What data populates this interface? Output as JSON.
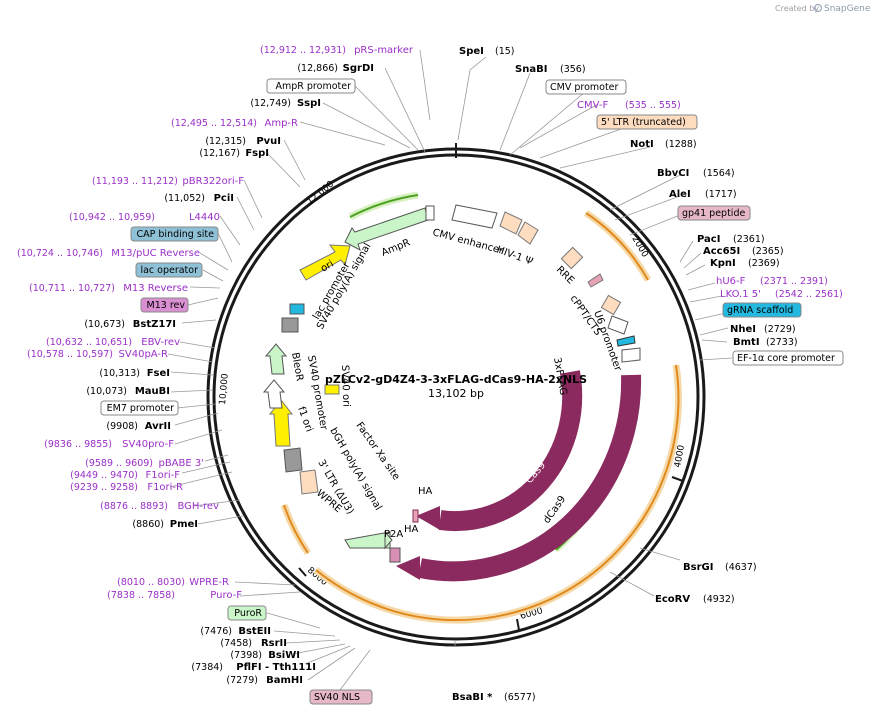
{
  "app": {
    "watermark_prefix": "Created by",
    "watermark_brand": "SnapGene"
  },
  "plasmid": {
    "name": "pZLCv2-gD4Z4-3-3xFLAG-dCas9-HA-2xNLS",
    "length_label": "13,102 bp",
    "total_bp": 13102
  },
  "ruler_labels": [
    {
      "text": "2000",
      "bp": 2000
    },
    {
      "text": "4000",
      "bp": 4000
    },
    {
      "text": "6000",
      "bp": 6000
    },
    {
      "text": "8000",
      "bp": 8000
    },
    {
      "text": "10,000",
      "bp": 10000
    },
    {
      "text": "12,000",
      "bp": 12000
    }
  ],
  "site_labels": [
    {
      "name": "SpeI",
      "pos": "(15)",
      "kind": "enzyme"
    },
    {
      "name": "SnaBI",
      "pos": "(356)",
      "kind": "enzyme"
    },
    {
      "name": "CMV promoter",
      "pos": "",
      "kind": "box"
    },
    {
      "name": "CMV-F",
      "pos": "(535 .. 555)",
      "kind": "primer"
    },
    {
      "name": "5' LTR (truncated)",
      "pos": "",
      "kind": "box-peach"
    },
    {
      "name": "NotI",
      "pos": "(1288)",
      "kind": "enzyme"
    },
    {
      "name": "BbvCI",
      "pos": "(1564)",
      "kind": "enzyme"
    },
    {
      "name": "AleI",
      "pos": "(1717)",
      "kind": "enzyme"
    },
    {
      "name": "gp41 peptide",
      "pos": "",
      "kind": "box-rose"
    },
    {
      "name": "PacI",
      "pos": "(2361)",
      "kind": "enzyme"
    },
    {
      "name": "Acc65I",
      "pos": "(2365)",
      "kind": "enzyme"
    },
    {
      "name": "KpnI",
      "pos": "(2369)",
      "kind": "enzyme"
    },
    {
      "name": "hU6-F",
      "pos": "(2371 .. 2391)",
      "kind": "primer"
    },
    {
      "name": "LKO.1 5'",
      "pos": "(2542 .. 2561)",
      "kind": "primer"
    },
    {
      "name": "gRNA scaffold",
      "pos": "",
      "kind": "box-cyan"
    },
    {
      "name": "NheI",
      "pos": "(2729)",
      "kind": "enzyme"
    },
    {
      "name": "BmtI",
      "pos": "(2733)",
      "kind": "enzyme"
    },
    {
      "name": "EF-1α core promoter",
      "pos": "",
      "kind": "box"
    },
    {
      "name": "BsrGI",
      "pos": "(4637)",
      "kind": "enzyme"
    },
    {
      "name": "EcoRV",
      "pos": "(4932)",
      "kind": "enzyme"
    },
    {
      "name": "BsaBI *",
      "pos": "(6577)",
      "kind": "enzyme"
    },
    {
      "name": "SV40 NLS",
      "pos": "",
      "kind": "box-rose"
    },
    {
      "name": "BamHI",
      "pos": "(7279)",
      "kind": "enzyme"
    },
    {
      "name": "PflFI - Tth111I",
      "pos": "(7384)",
      "kind": "enzyme"
    },
    {
      "name": "BsiWI",
      "pos": "(7398)",
      "kind": "enzyme"
    },
    {
      "name": "RsrII",
      "pos": "(7458)",
      "kind": "enzyme"
    },
    {
      "name": "BstEII",
      "pos": "(7476)",
      "kind": "enzyme"
    },
    {
      "name": "PuroR",
      "pos": "",
      "kind": "box-green"
    },
    {
      "name": "Puro-F",
      "pos": "(7838 .. 7858)",
      "kind": "primer"
    },
    {
      "name": "WPRE-R",
      "pos": "(8010 .. 8030)",
      "kind": "primer"
    },
    {
      "name": "PmeI",
      "pos": "(8860)",
      "kind": "enzyme"
    },
    {
      "name": "BGH-rev",
      "pos": "(8876 .. 8893)",
      "kind": "primer"
    },
    {
      "name": "F1ori-R",
      "pos": "(9239 .. 9258)",
      "kind": "primer"
    },
    {
      "name": "F1ori-F",
      "pos": "(9449 .. 9470)",
      "kind": "primer"
    },
    {
      "name": "pBABE 3'",
      "pos": "(9589 .. 9609)",
      "kind": "primer"
    },
    {
      "name": "SV40pro-F",
      "pos": "(9836 .. 9855)",
      "kind": "primer"
    },
    {
      "name": "AvrII",
      "pos": "(9908)",
      "kind": "enzyme"
    },
    {
      "name": "EM7 promoter",
      "pos": "",
      "kind": "box"
    },
    {
      "name": "MauBI",
      "pos": "(10,073)",
      "kind": "enzyme"
    },
    {
      "name": "FseI",
      "pos": "(10,313)",
      "kind": "enzyme"
    },
    {
      "name": "SV40pA-R",
      "pos": "(10,578 .. 10,597)",
      "kind": "primer"
    },
    {
      "name": "EBV-rev",
      "pos": "(10,632 .. 10,651)",
      "kind": "primer"
    },
    {
      "name": "BstZ17I",
      "pos": "(10,673)",
      "kind": "enzyme"
    },
    {
      "name": "M13 rev",
      "pos": "",
      "kind": "box-rose"
    },
    {
      "name": "M13 Reverse",
      "pos": "(10,711 .. 10,727)",
      "kind": "primer"
    },
    {
      "name": "lac operator",
      "pos": "",
      "kind": "box-teal"
    },
    {
      "name": "M13/pUC Reverse",
      "pos": "(10,724 .. 10,746)",
      "kind": "primer"
    },
    {
      "name": "CAP binding site",
      "pos": "",
      "kind": "box-teal"
    },
    {
      "name": "L4440",
      "pos": "(10,942 .. 10,959)",
      "kind": "primer"
    },
    {
      "name": "PciI",
      "pos": "(11,052)",
      "kind": "enzyme"
    },
    {
      "name": "pBR322ori-F",
      "pos": "(11,193 .. 11,212)",
      "kind": "primer"
    },
    {
      "name": "FspI",
      "pos": "(12,167)",
      "kind": "enzyme"
    },
    {
      "name": "PvuI",
      "pos": "(12,315)",
      "kind": "enzyme"
    },
    {
      "name": "Amp-R",
      "pos": "(12,495 .. 12,514)",
      "kind": "primer"
    },
    {
      "name": "SspI",
      "pos": "(12,749)",
      "kind": "enzyme"
    },
    {
      "name": "AmpR promoter",
      "pos": "",
      "kind": "box"
    },
    {
      "name": "SgrDI",
      "pos": "(12,866)",
      "kind": "enzyme"
    },
    {
      "name": "pRS-marker",
      "pos": "(12,912 .. 12,931)",
      "kind": "primer"
    }
  ],
  "feature_labels": [
    "CMV enhancer",
    "HIV-1 Ψ",
    "RRE",
    "cPPT/CTS",
    "U6 promoter",
    "3xFLAG",
    "Cas9",
    "dCas9",
    "HA",
    "HA",
    "P2A",
    "WPRE",
    "3' LTR (ΔU3)",
    "bGH poly(A) signal",
    "Factor Xa site",
    "f1 ori",
    "SV40 promoter",
    "BleoR",
    "SV40 ori",
    "SV40 poly(A) signal",
    "lac promoter",
    "ori",
    "AmpR"
  ],
  "colors": {
    "backbone": "#1a1a1a",
    "enzyme_text": "#000000",
    "primer_text": "#9b30c8",
    "cas9": "#8b2a5e",
    "ori": "#ffef00",
    "resistance": "#c9f5c9",
    "ltr": "#fddcc0",
    "halo": "#f2c68a",
    "orange_arrow": "#e08a1e",
    "green_arrow": "#4aa320"
  }
}
